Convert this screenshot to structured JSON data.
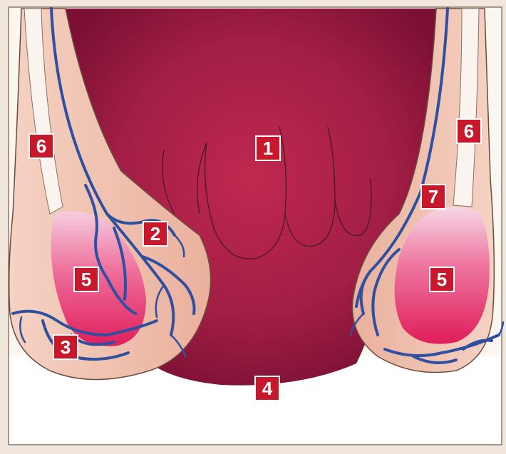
{
  "labels": {
    "l1": "1",
    "l2": "2",
    "l3": "3",
    "l4": "4",
    "l5_left": "5",
    "l5_right": "5",
    "l6_left": "6",
    "l6_right": "6",
    "l7": "7"
  },
  "colors": {
    "label_bg": "#c8192c",
    "label_text": "#ffffff",
    "vessel": "#2f4fa0",
    "penis_shaft": "#a21e45",
    "scrotum_skin": "#f0c3b2",
    "testis": "#e8336a",
    "spermatic_cord": "#fbf4ee",
    "background": "#f1e7dc",
    "floor": "#ffffff"
  }
}
